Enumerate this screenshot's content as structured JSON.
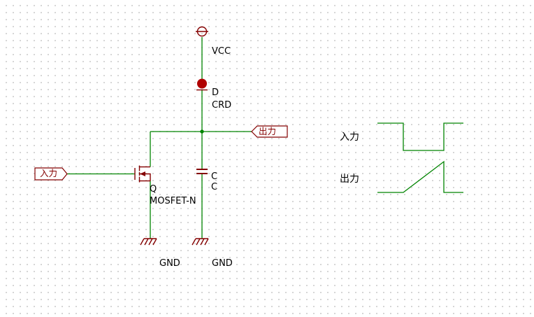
{
  "colors": {
    "wire": "#008400",
    "symbol_outline": "#840000",
    "diode_fill": "#b00000",
    "label_text": "#000000",
    "flag_text": "#840000",
    "grid_dot": "#c9c9c9",
    "background": "#ffffff"
  },
  "schematic": {
    "power": {
      "label": "VCC"
    },
    "crd": {
      "reference": "D",
      "value": "CRD"
    },
    "mosfet": {
      "reference": "Q",
      "value": "MOSFET-N"
    },
    "capacitor": {
      "reference": "C",
      "value": "C"
    },
    "ground_left": {
      "label": "GND"
    },
    "ground_right": {
      "label": "GND"
    },
    "input_flag": {
      "label": "入力"
    },
    "output_flag": {
      "label": "出力"
    }
  },
  "waveforms": {
    "input": {
      "label": "入力"
    },
    "output": {
      "label": "出力"
    }
  }
}
